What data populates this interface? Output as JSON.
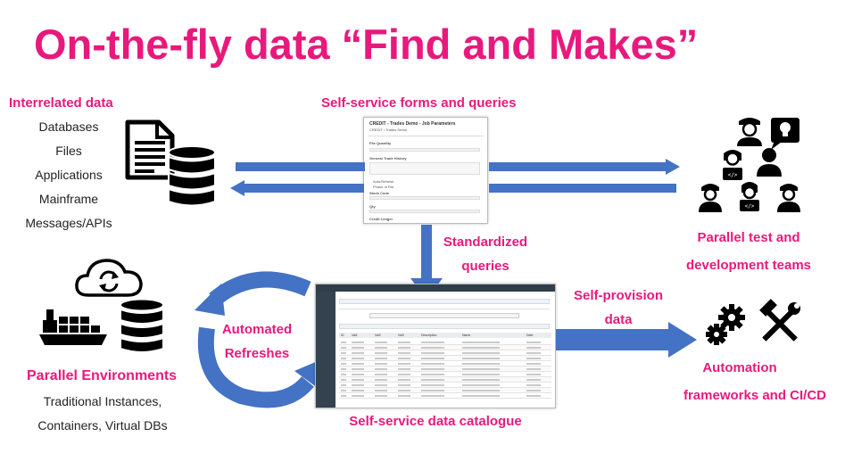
{
  "title": "On-the-fly data “Find and Makes”",
  "interrelated": {
    "heading": "Interrelated data",
    "items": [
      "Databases",
      "Files",
      "Applications",
      "Mainframe",
      "Messages/APIs"
    ]
  },
  "forms": {
    "heading": "Self-service forms and queries",
    "shot_title": "CREDIT - Trades Demo - Job Parameters",
    "shot_subtitle": "CREDIT / Trades Demo",
    "fields": [
      "File Quantity",
      "General Trade History",
      "Auto/Refresh",
      "Phase of File",
      "Stock Code",
      "Qty",
      "Credit Ledger"
    ]
  },
  "standardized": {
    "line1": "Standardized",
    "line2": "queries"
  },
  "teams": {
    "line1": "Parallel test and",
    "line2": "development teams"
  },
  "environments": {
    "heading": "Parallel Environments",
    "items": [
      "Traditional Instances,",
      "Containers, Virtual DBs"
    ]
  },
  "refresh": {
    "line1": "Automated",
    "line2": "Refreshes"
  },
  "catalogue": {
    "label": "Self-service data catalogue",
    "columns": [
      "ID",
      "Val1",
      "Val2",
      "Val3",
      "Description",
      "Name",
      "Date"
    ]
  },
  "provision": {
    "line1": "Self-provision",
    "line2": "data"
  },
  "automation": {
    "line1": "Automation",
    "line2": "frameworks and CI/CD"
  },
  "icons": {
    "document": "document-icon",
    "database": "database-icon",
    "cloud": "cloud-sync-icon",
    "ship": "container-ship-icon",
    "gears": "gears-icon",
    "tools": "hammer-wrench-icon",
    "people": "team-people-icon",
    "lightbulb": "lightbulb-icon"
  },
  "colors": {
    "accent": "#e8197d",
    "arrow": "#4472c4",
    "icon": "#000000"
  }
}
